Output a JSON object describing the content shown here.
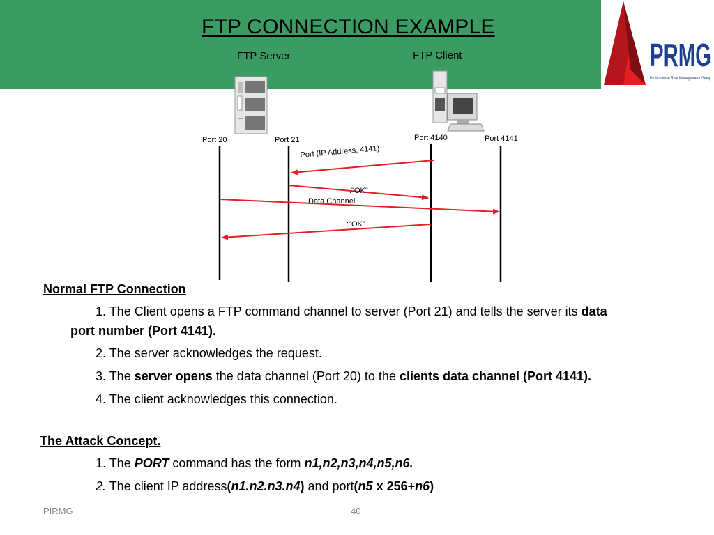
{
  "slide": {
    "title": "FTP CONNECTION EXAMPLE",
    "server_label": "FTP Server",
    "client_label": "FTP Client"
  },
  "logo": {
    "letters": "PRMG",
    "tagline": "Professional Risk Management Group"
  },
  "ports": {
    "p20": "Port 20",
    "p21": "Port 21",
    "p4140": "Port 4140",
    "p4141": "Port 4141"
  },
  "messages": {
    "m1": "Port (IP Address, 4141)",
    "m2": ":\"OK\"",
    "m3": "Data Channel",
    "m4": ":\"OK\""
  },
  "normal": {
    "heading": "Normal FTP Connection",
    "s1a": "1. The Client opens a FTP  command channel to server (Port 21) and tells the server its ",
    "s1b": "data",
    "s1c": "port number (Port 4141).",
    "s2": "2. The server acknowledges the request.",
    "s3a": "3. The ",
    "s3b": "server opens",
    "s3c": " the data channel (Port 20) to the ",
    "s3d": "clients data channel (Port 4141).",
    "s4": "4. The client acknowledges this connection."
  },
  "attack": {
    "heading": "The Attack Concept.",
    "a1a": "1. The ",
    "a1b": "PORT",
    "a1c": " command has the form ",
    "a1d": "n1,n2,n3,n4,n5,n6.",
    "a2a": "2.",
    "a2b": " The client IP address",
    "a2c": "(",
    "a2d": "n1.n2.n3.n4",
    "a2e": ")",
    "a2f": " and port",
    "a2g": "(",
    "a2h": "n5",
    "a2i": " x 256+",
    "a2j": "n6",
    "a2k": ")"
  },
  "footer": {
    "org": "PIRMG",
    "page": "40"
  }
}
